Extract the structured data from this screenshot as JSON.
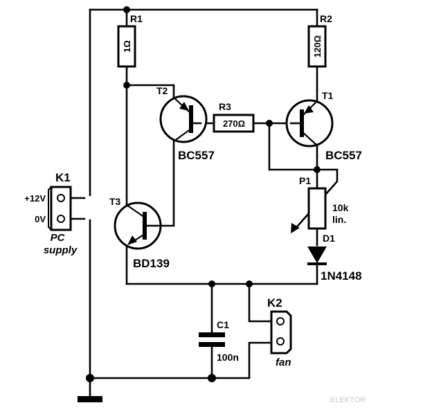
{
  "components": {
    "r1": {
      "ref": "R1",
      "value": "1Ω"
    },
    "r2": {
      "ref": "R2",
      "value": "120Ω"
    },
    "r3": {
      "ref": "R3",
      "value": "270Ω"
    },
    "t1": {
      "ref": "T1",
      "type": "BC557"
    },
    "t2": {
      "ref": "T2",
      "type": "BC557"
    },
    "t3": {
      "ref": "T3",
      "type": "BD139"
    },
    "p1": {
      "ref": "P1",
      "value_line1": "10k",
      "value_line2": "lin."
    },
    "d1": {
      "ref": "D1",
      "type": "1N4148"
    },
    "c1": {
      "ref": "C1",
      "value": "100n"
    },
    "k1": {
      "ref": "K1",
      "pin1": "+12V",
      "pin2": "0V",
      "caption_line1": "PC",
      "caption_line2": "supply"
    },
    "k2": {
      "ref": "K2",
      "caption": "fan"
    }
  },
  "watermark": "ELEKTOR"
}
